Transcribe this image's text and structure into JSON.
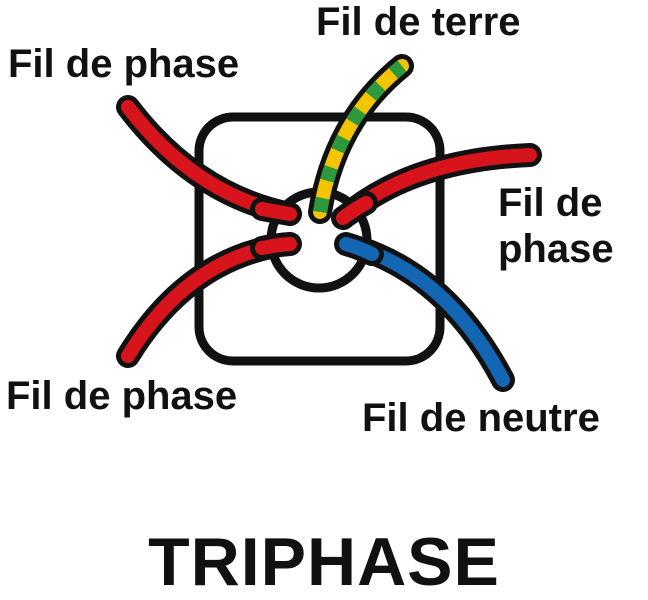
{
  "labels": {
    "phase_top_left": "Fil de phase",
    "terre": "Fil de terre",
    "phase_right_line1": "Fil de",
    "phase_right_line2": "phase",
    "phase_bottom_left": "Fil de phase",
    "neutre": "Fil de neutre"
  },
  "title": "TRIPHASE",
  "colors": {
    "phase": "#d7141c",
    "neutre": "#1366b3",
    "terre_yellow": "#f5c400",
    "terre_green": "#2c9a3c",
    "outline": "#111111",
    "box_fill": "#ffffff"
  }
}
